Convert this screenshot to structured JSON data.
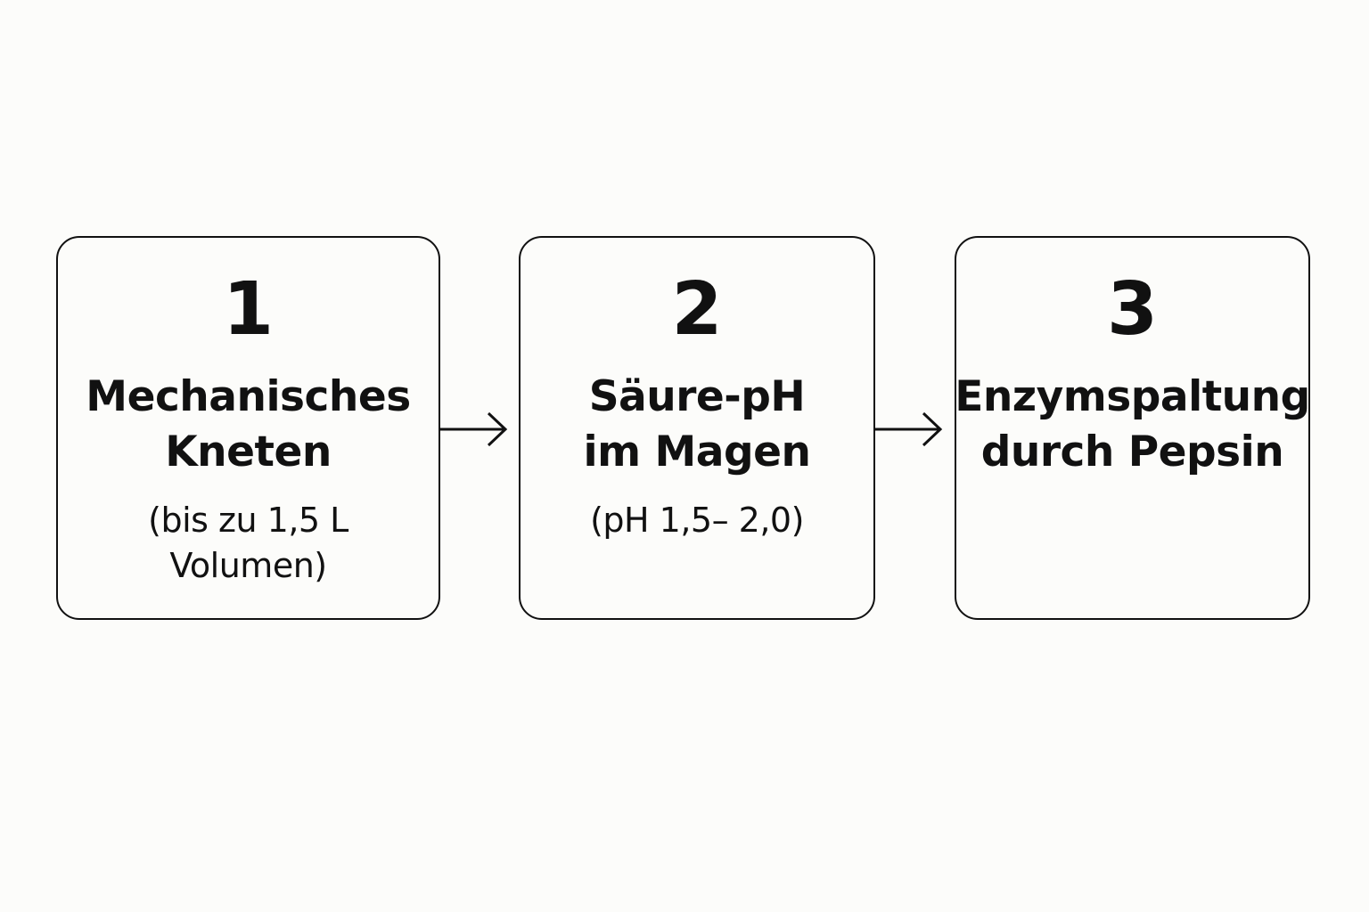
{
  "steps": [
    {
      "number": "1",
      "title": [
        "Mechanisches",
        "Kneten"
      ],
      "detail": [
        "(bis zu 1,5 L",
        "Volumen)"
      ]
    },
    {
      "number": "2",
      "title": [
        "Säure-pH",
        "im Magen"
      ],
      "detail": [
        "(pH 1,5– 2,0)"
      ]
    },
    {
      "number": "3",
      "title": [
        "Enzymspaltung",
        "durch Pepsin"
      ],
      "detail": []
    }
  ],
  "colors": {
    "background": "#fcfcfa",
    "stroke": "#111111"
  },
  "icons": [
    "arrow-right-icon",
    "arrow-right-icon"
  ]
}
